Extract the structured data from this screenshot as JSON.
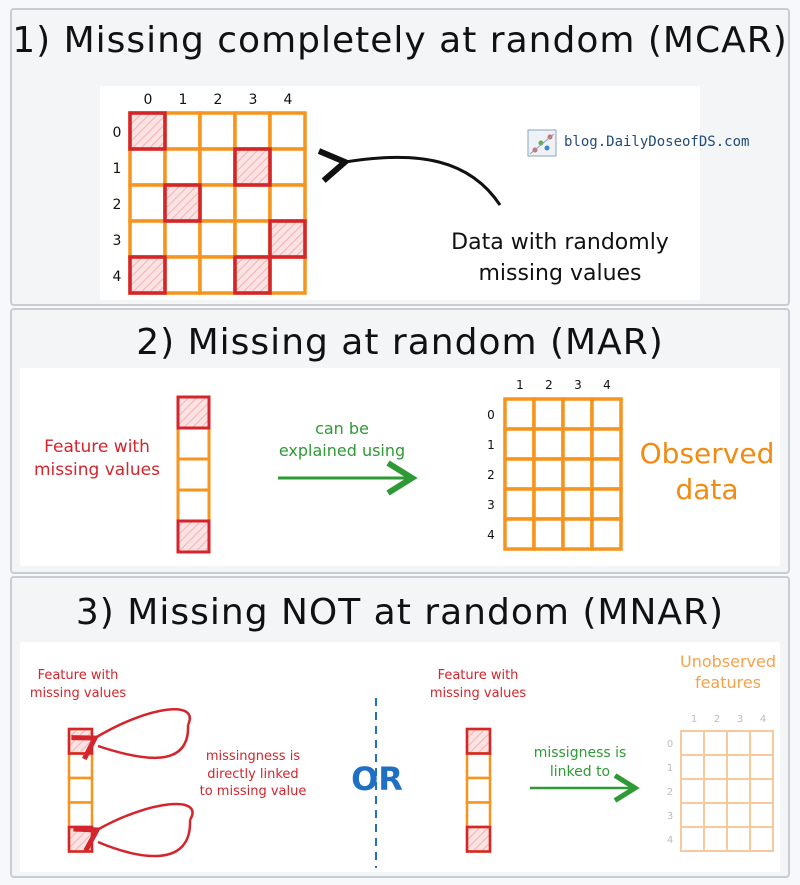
{
  "sections": {
    "mcar": {
      "title": "1) Missing completely at random (MCAR)",
      "col_labels": [
        "0",
        "1",
        "2",
        "3",
        "4"
      ],
      "row_labels": [
        "0",
        "1",
        "2",
        "3",
        "4"
      ],
      "missing_cells": [
        [
          0,
          0
        ],
        [
          1,
          3
        ],
        [
          2,
          1
        ],
        [
          3,
          4
        ],
        [
          4,
          0
        ],
        [
          4,
          3
        ]
      ],
      "annotation": [
        "Data with randomly",
        "missing values"
      ],
      "watermark": "blog.DailyDoseofDS.com"
    },
    "mar": {
      "title": "2) Missing at random (MAR)",
      "feature_label": [
        "Feature with",
        "missing values"
      ],
      "arrow_label": [
        "can be",
        "explained using"
      ],
      "col_labels": [
        "1",
        "2",
        "3",
        "4"
      ],
      "row_labels": [
        "0",
        "1",
        "2",
        "3",
        "4"
      ],
      "observed_label": [
        "Observed",
        "data"
      ]
    },
    "mnar": {
      "title": "3) Missing NOT at random (MNAR)",
      "left_feature_label": [
        "Feature with",
        "missing values"
      ],
      "left_note": [
        "missingness is",
        "directly linked",
        "to missing value"
      ],
      "or_text": "OR",
      "right_feature_label": [
        "Feature with",
        "missing values"
      ],
      "right_note": [
        "missigness is",
        "linked to"
      ],
      "unobserved_label": [
        "Unobserved",
        "features"
      ],
      "col_labels": [
        "1",
        "2",
        "3",
        "4"
      ],
      "row_labels": [
        "0",
        "1",
        "2",
        "3",
        "4"
      ]
    }
  },
  "colors": {
    "orange": "#f7941d",
    "red": "#d4242c",
    "green": "#2e9a35",
    "blue": "#1f6fc4",
    "light_orange": "#f8c99a"
  }
}
